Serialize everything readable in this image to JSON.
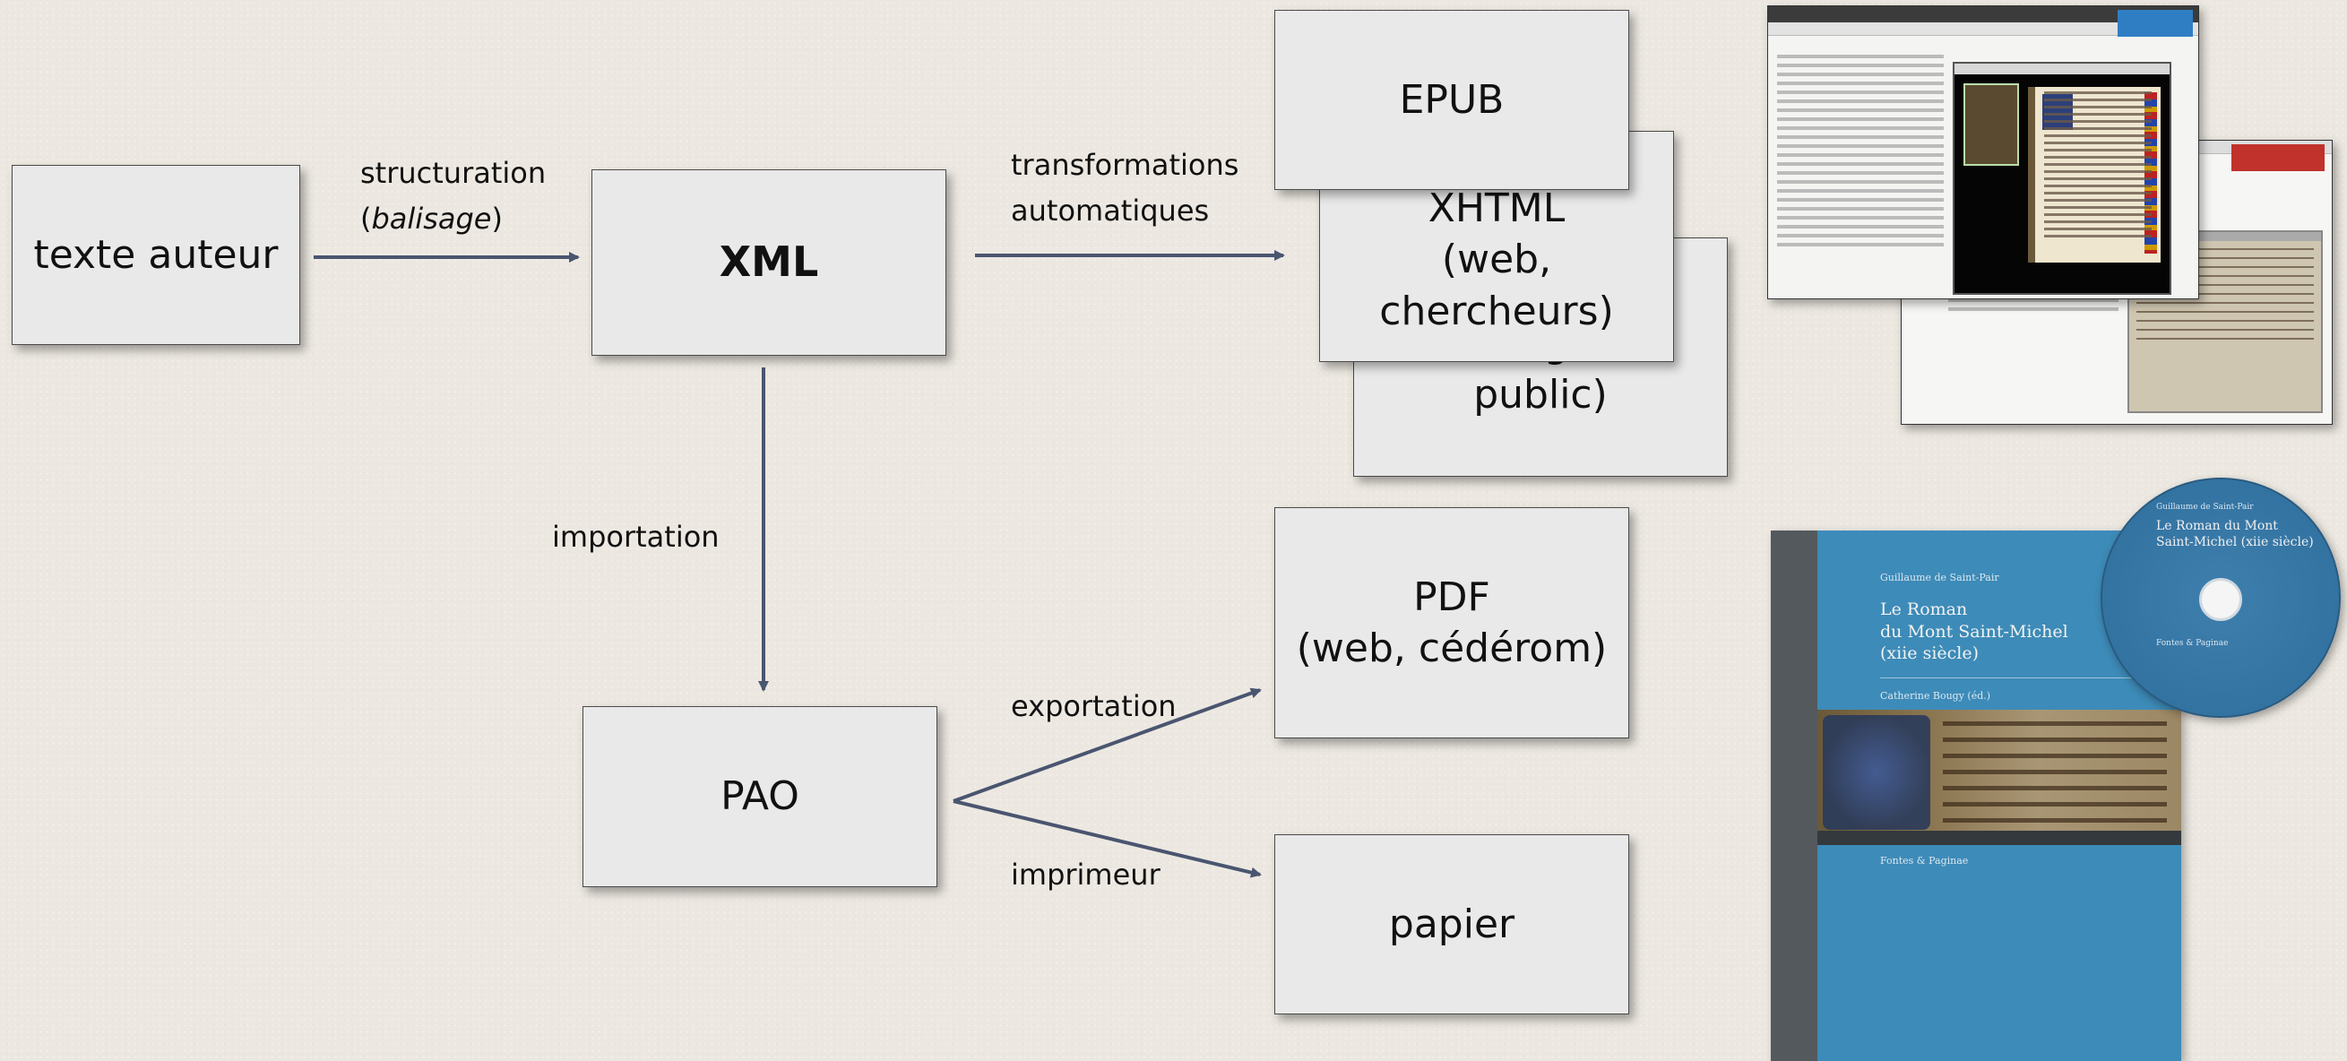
{
  "nodes": {
    "texte_auteur": "texte auteur",
    "xml": "XML",
    "epub": "EPUB",
    "xhtml": "XHTML\n(web, chercheurs)",
    "xhtml2_visible": "(web, grand public)",
    "pdf": "PDF\n(web, cédérom)",
    "pao": "PAO",
    "papier": "papier"
  },
  "edges": {
    "structuration": "structuration",
    "balisage": "balisage",
    "transformations_line1": "transformations",
    "transformations_line2": "automatiques",
    "importation": "importation",
    "exportation": "exportation",
    "imprimeur": "imprimeur"
  },
  "colors": {
    "arrow": "#4a5570",
    "box_fill": "#e9e9e9",
    "background": "#ece8e1"
  },
  "book": {
    "series_small": "Guillaume de Saint-Pair",
    "title": "Le Roman\ndu Mont Saint-Michel\n(xiie siècle)",
    "editor": "Catherine Bougy (éd.)",
    "collection": "Fontes & Paginae",
    "cd_title": "Le Roman du Mont\nSaint-Michel (xiie siècle)",
    "cd_small": "Guillaume de Saint-Pair",
    "cd_collection": "Fontes & Paginae"
  }
}
